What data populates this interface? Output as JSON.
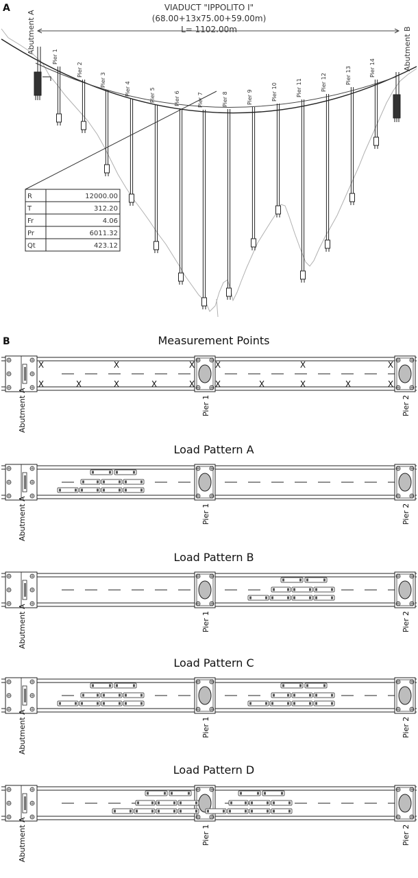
{
  "panel_a": {
    "label": "A",
    "title": "VIADUCT \"IPPOLITO I\"",
    "spans": "(68.00+13x75.00+59.00m)",
    "length": "L= 1102.00m",
    "abutment_left": "Abutment A",
    "abutment_right": "Abutment B",
    "piers": [
      "Pier 1",
      "Pier 2",
      "Pier 3",
      "Pier 4",
      "Pier 5",
      "Pier 6",
      "Pier 7",
      "Pier 8",
      "Pier 9",
      "Pier 10",
      "Pier 11",
      "Pier 12",
      "Pier 13",
      "Pier 14"
    ],
    "curve_table": [
      {
        "key": "R",
        "value": "12000.00"
      },
      {
        "key": "T",
        "value": "312.20"
      },
      {
        "key": "Fr",
        "value": "4.06"
      },
      {
        "key": "Pr",
        "value": "6011.32"
      },
      {
        "key": "Qt",
        "value": "423.12"
      }
    ]
  },
  "panel_b": {
    "label": "B",
    "panels": [
      {
        "title": "Measurement Points",
        "kind": "measurement",
        "left_label": "Abutment A",
        "mid_label": "Pier 1",
        "right_label": "Pier 2"
      },
      {
        "title": "Load Pattern A",
        "kind": "A",
        "left_label": "Abutment A",
        "mid_label": "Pier 1",
        "right_label": "Pier 2"
      },
      {
        "title": "Load Pattern B",
        "kind": "B",
        "left_label": "Abutment A",
        "mid_label": "Pier 1",
        "right_label": "Pier 2"
      },
      {
        "title": "Load Pattern C",
        "kind": "C",
        "left_label": "Abutment A",
        "mid_label": "Pier 1",
        "right_label": "Pier 2"
      },
      {
        "title": "Load Pattern D",
        "kind": "D",
        "left_label": "Abutment A",
        "mid_label": "Pier 1",
        "right_label": "Pier 2"
      }
    ],
    "measurement_marker": "X"
  },
  "colors": {
    "line": "#222222",
    "terrain": "#b0b0b0",
    "vehicle": "#555555",
    "background": "#ffffff"
  }
}
